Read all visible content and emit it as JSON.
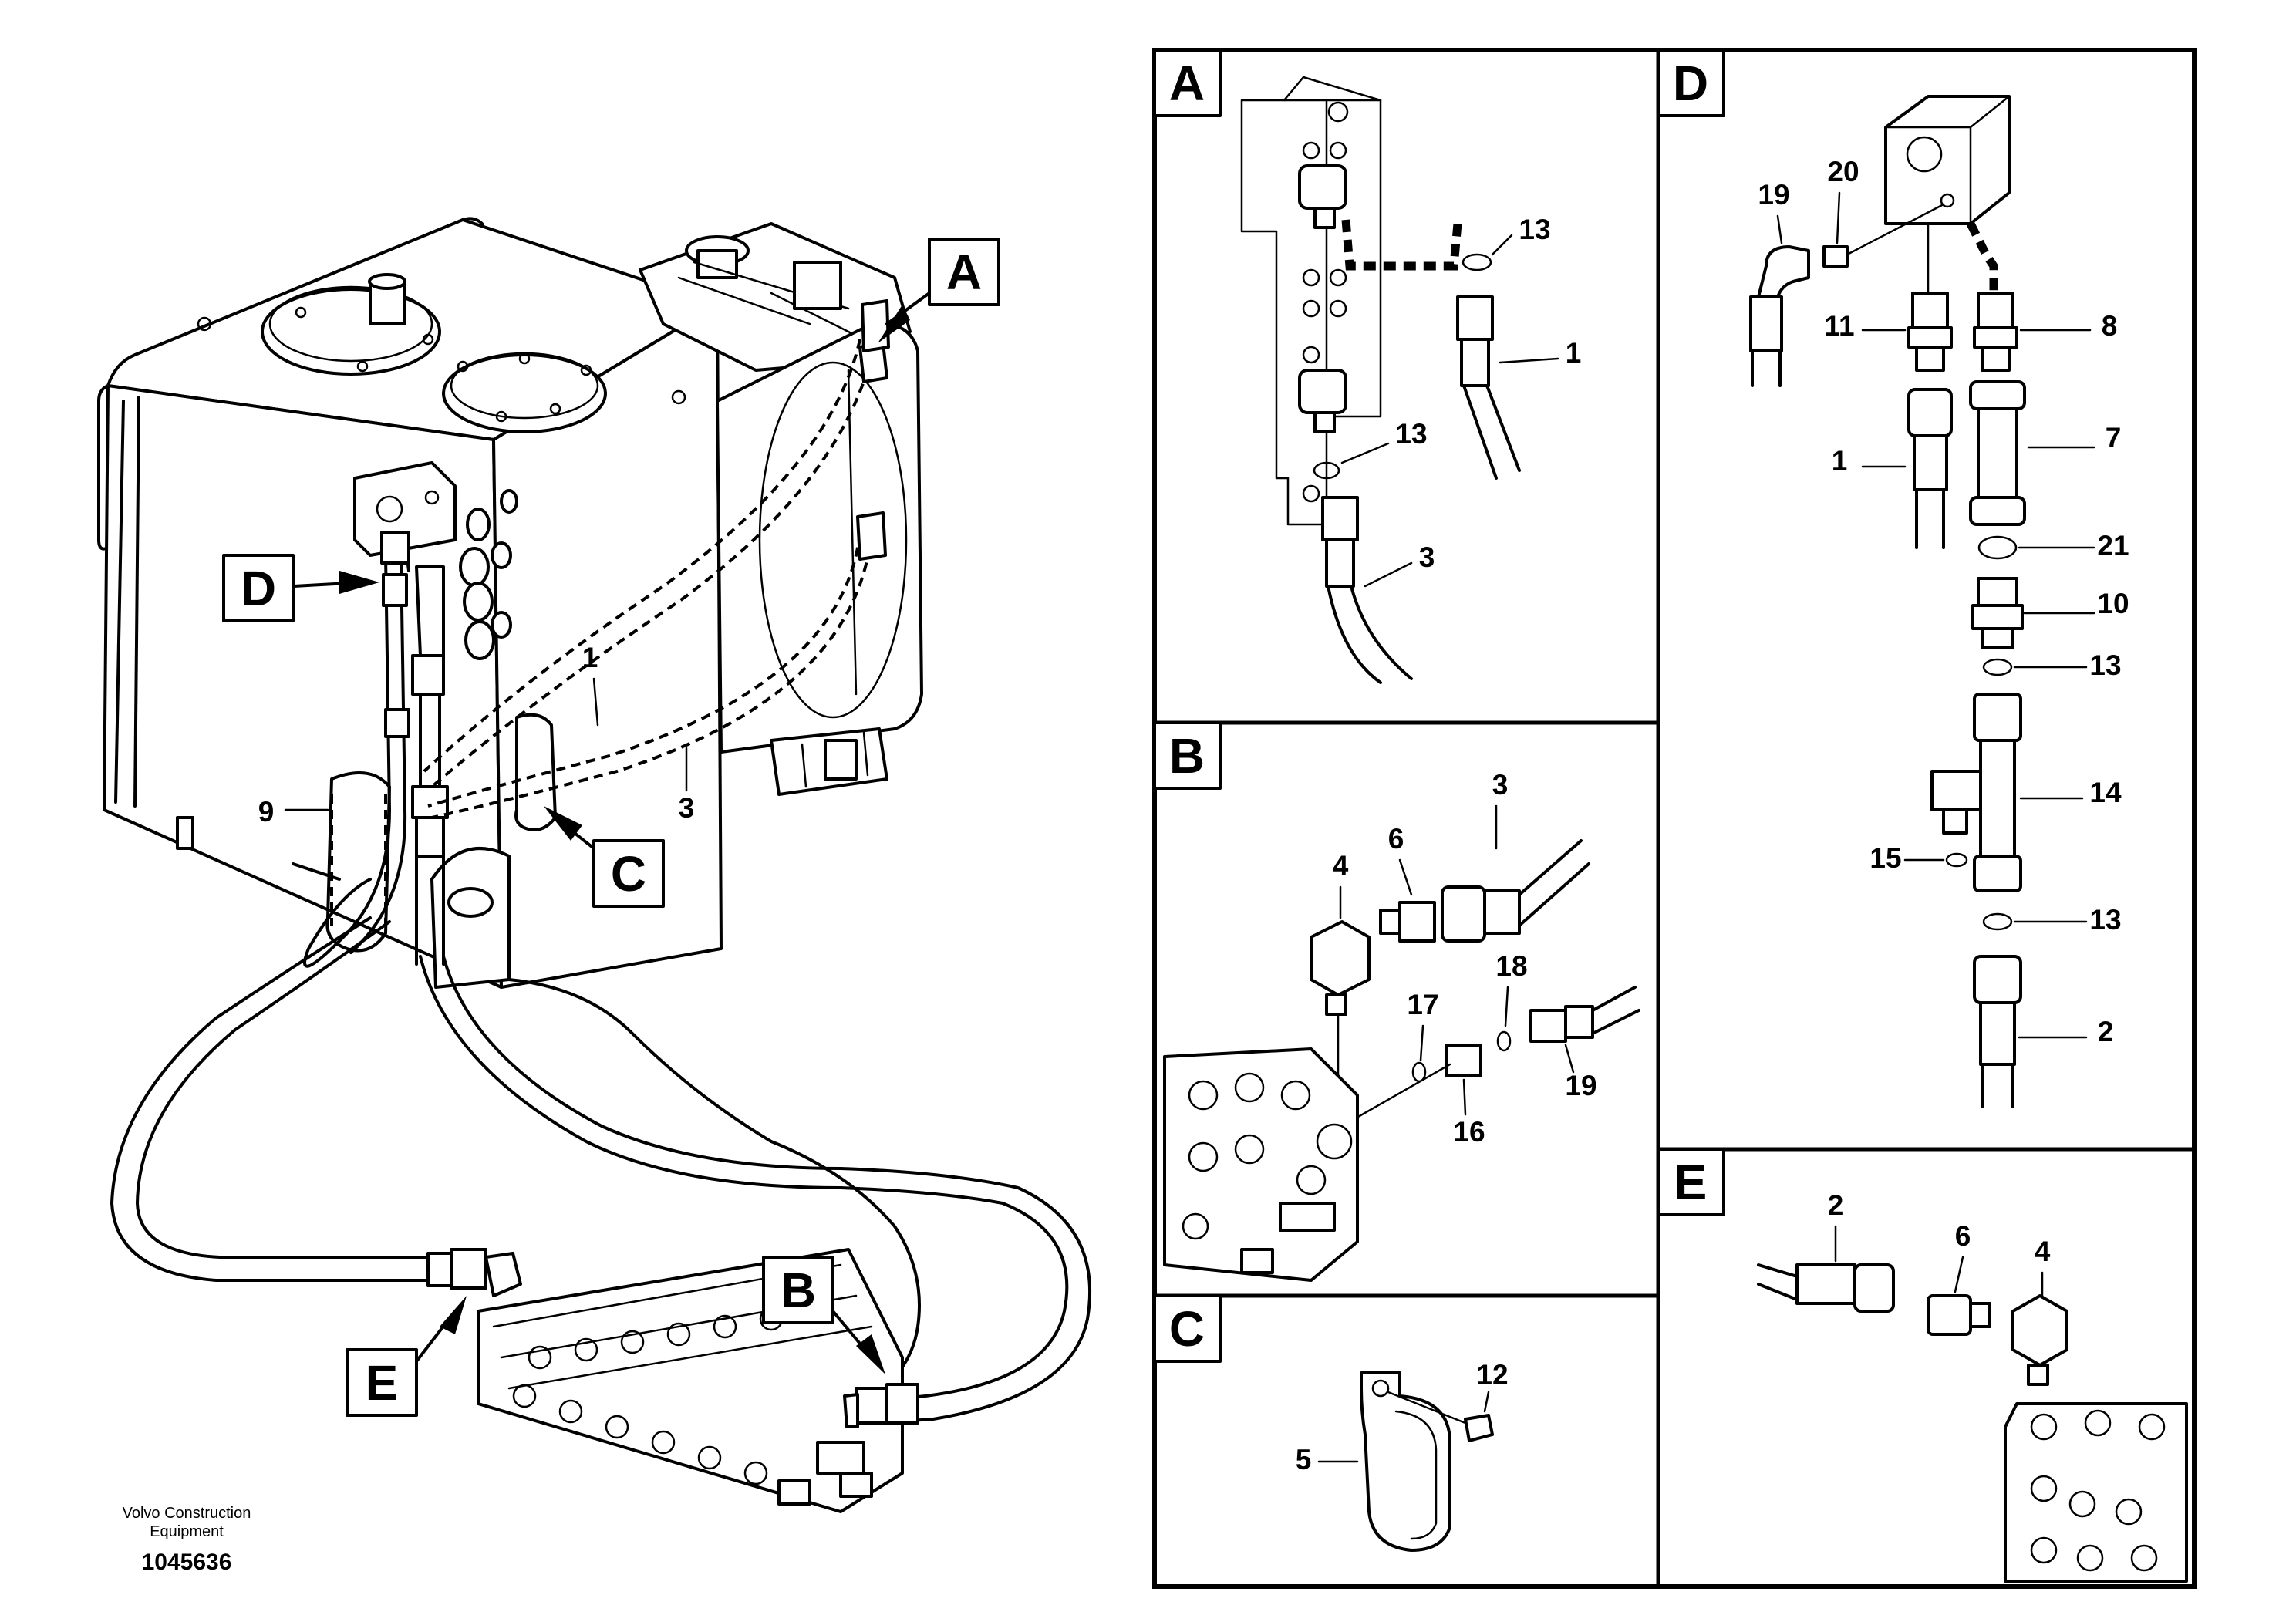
{
  "footer": {
    "company_line1": "Volvo Construction",
    "company_line2": "Equipment",
    "drawing_number": "1045636"
  },
  "main_view": {
    "callouts": [
      "A",
      "B",
      "C",
      "D",
      "E"
    ],
    "part_labels": [
      "1",
      "3",
      "9"
    ]
  },
  "panels": {
    "A": {
      "letter": "A",
      "labels": [
        "13",
        "1",
        "13",
        "3"
      ]
    },
    "B": {
      "letter": "B",
      "labels": [
        "4",
        "6",
        "3",
        "18",
        "17",
        "16",
        "19"
      ]
    },
    "C": {
      "letter": "C",
      "labels": [
        "12",
        "5"
      ]
    },
    "D": {
      "letter": "D",
      "labels": [
        "19",
        "20",
        "11",
        "8",
        "1",
        "7",
        "21",
        "10",
        "13",
        "14",
        "15",
        "13",
        "2"
      ]
    },
    "E": {
      "letter": "E",
      "labels": [
        "2",
        "6",
        "4"
      ]
    }
  }
}
